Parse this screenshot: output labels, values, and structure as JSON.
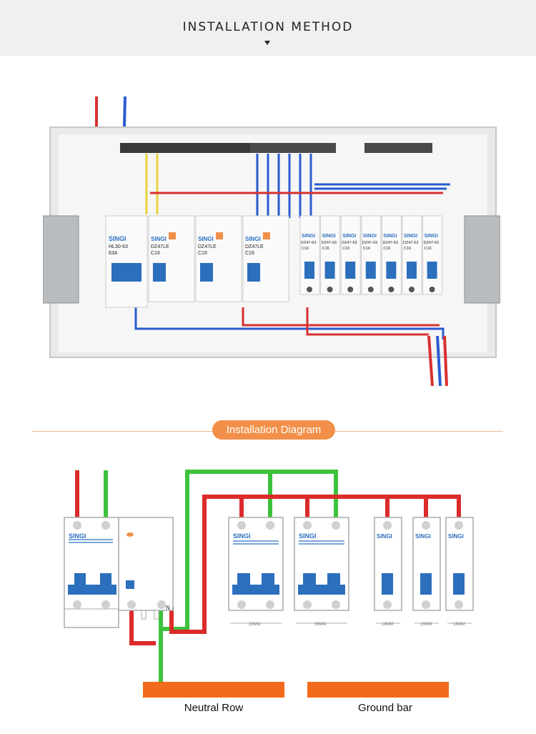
{
  "header": {
    "title": "INSTALLATION METHOD"
  },
  "photo": {
    "main_breaker": {
      "brand": "SINGI",
      "model": "HL30-63",
      "rating": "63A"
    },
    "rcbo_modules": [
      {
        "brand": "SINGI",
        "model": "DZ47LE",
        "rating": "C16"
      },
      {
        "brand": "SINGI",
        "model": "DZ47LE",
        "rating": "C16"
      },
      {
        "brand": "SINGI",
        "model": "DZ47LE",
        "rating": "C16"
      }
    ],
    "mcb_modules": [
      {
        "brand": "SINGI",
        "model": "DZ47-63",
        "rating": "C16"
      },
      {
        "brand": "SINGI",
        "model": "DZ47-63",
        "rating": "C16"
      },
      {
        "brand": "SINGI",
        "model": "DZ47-63",
        "rating": "C16"
      },
      {
        "brand": "SINGI",
        "model": "DZ47-63",
        "rating": "C16"
      },
      {
        "brand": "SINGI",
        "model": "DZ47-63",
        "rating": "C16"
      },
      {
        "brand": "SINGI",
        "model": "DZ47-63",
        "rating": "C16"
      },
      {
        "brand": "SINGI",
        "model": "DZ47-63",
        "rating": "C16"
      }
    ]
  },
  "section": {
    "label": "Installation Diagram"
  },
  "diagram": {
    "main_breaker_brand": "SINGI",
    "rcd_terminal_label": "N",
    "double_breakers": [
      {
        "brand": "SINGI",
        "width_label": "36MM"
      },
      {
        "brand": "SINGI",
        "width_label": "36MM"
      }
    ],
    "single_breakers": [
      {
        "brand": "SINGI",
        "width_label": "18MM"
      },
      {
        "brand": "SINGI",
        "width_label": "18MM"
      },
      {
        "brand": "SINGI",
        "width_label": "18MM"
      }
    ],
    "neutral_row_label": "Neutral Row",
    "ground_bar_label": "Ground bar"
  },
  "colors": {
    "live_wire": "#dc2b2b",
    "neutral_wire": "#3cc23c",
    "breaker_blue": "#2c6fbd",
    "bar_orange": "#f26a1b",
    "accent_orange": "#f29049"
  }
}
